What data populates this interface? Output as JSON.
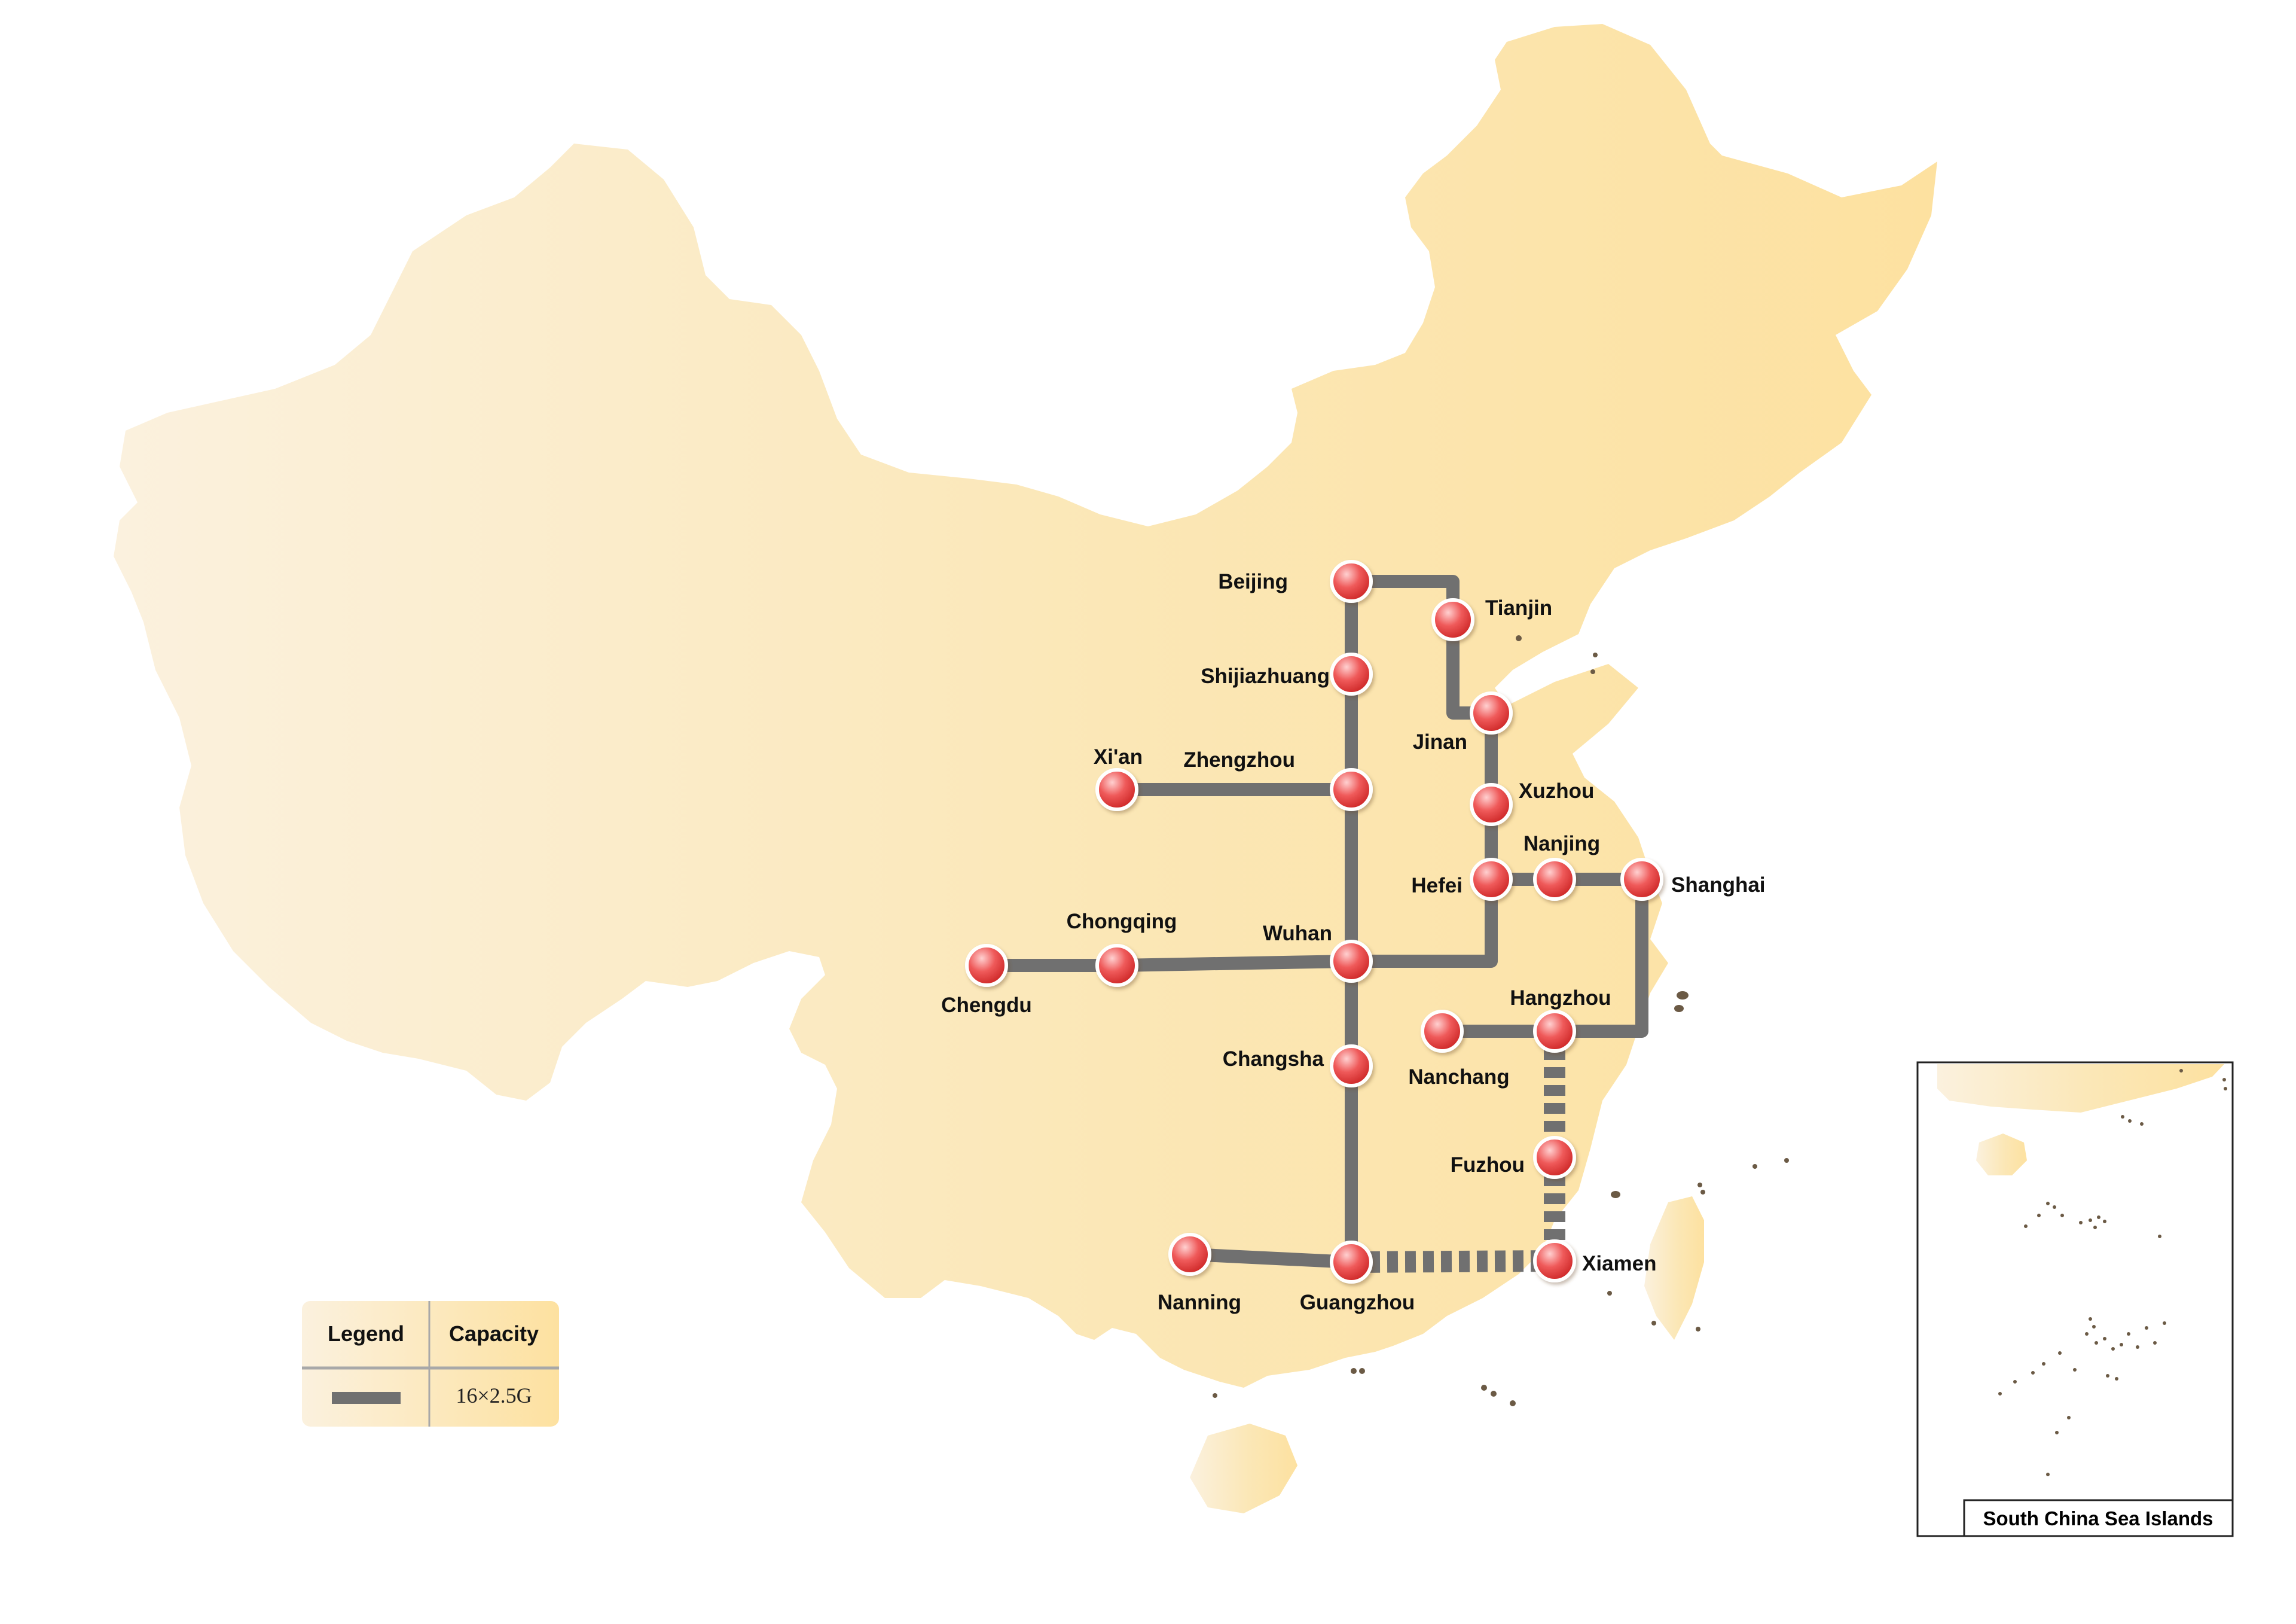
{
  "colors": {
    "land_light": "#fbf1de",
    "land_mid": "#fbe7b6",
    "land_dark": "#fde1a0",
    "link": "#707070",
    "node_fill": "#e23535",
    "node_highlight": "#ffb3b3",
    "node_stroke": "#ffffff",
    "island": "#6b5a45"
  },
  "cities": [
    {
      "id": "beijing",
      "name": "Beijing"
    },
    {
      "id": "tianjin",
      "name": "Tianjin"
    },
    {
      "id": "shijiazhuang",
      "name": "Shijiazhuang"
    },
    {
      "id": "jinan",
      "name": "Jinan"
    },
    {
      "id": "xian",
      "name": "Xi'an"
    },
    {
      "id": "zhengzhou",
      "name": "Zhengzhou"
    },
    {
      "id": "xuzhou",
      "name": "Xuzhou"
    },
    {
      "id": "nanjing",
      "name": "Nanjing"
    },
    {
      "id": "hefei",
      "name": "Hefei"
    },
    {
      "id": "shanghai",
      "name": "Shanghai"
    },
    {
      "id": "chongqing",
      "name": "Chongqing"
    },
    {
      "id": "wuhan",
      "name": "Wuhan"
    },
    {
      "id": "chengdu",
      "name": "Chengdu"
    },
    {
      "id": "hangzhou",
      "name": "Hangzhou"
    },
    {
      "id": "nanchang",
      "name": "Nanchang"
    },
    {
      "id": "changsha",
      "name": "Changsha"
    },
    {
      "id": "fuzhou",
      "name": "Fuzhou"
    },
    {
      "id": "nanning",
      "name": "Nanning"
    },
    {
      "id": "guangzhou",
      "name": "Guangzhou"
    },
    {
      "id": "xiamen",
      "name": "Xiamen"
    }
  ],
  "links": [
    {
      "from": "beijing",
      "to": "tianjin",
      "style": "solid"
    },
    {
      "from": "tianjin",
      "to": "jinan",
      "style": "solid"
    },
    {
      "from": "beijing",
      "to": "shijiazhuang",
      "style": "solid"
    },
    {
      "from": "shijiazhuang",
      "to": "zhengzhou",
      "style": "solid"
    },
    {
      "from": "xian",
      "to": "zhengzhou",
      "style": "solid"
    },
    {
      "from": "zhengzhou",
      "to": "wuhan",
      "style": "solid"
    },
    {
      "from": "jinan",
      "to": "xuzhou",
      "style": "solid"
    },
    {
      "from": "xuzhou",
      "to": "hefei",
      "style": "solid"
    },
    {
      "from": "hefei",
      "to": "nanjing",
      "style": "solid"
    },
    {
      "from": "nanjing",
      "to": "shanghai",
      "style": "solid"
    },
    {
      "from": "hefei",
      "to": "wuhan",
      "style": "solid"
    },
    {
      "from": "chengdu",
      "to": "chongqing",
      "style": "solid"
    },
    {
      "from": "chongqing",
      "to": "wuhan",
      "style": "solid"
    },
    {
      "from": "wuhan",
      "to": "changsha",
      "style": "solid"
    },
    {
      "from": "changsha",
      "to": "guangzhou",
      "style": "solid"
    },
    {
      "from": "nanning",
      "to": "guangzhou",
      "style": "solid"
    },
    {
      "from": "shanghai",
      "to": "hangzhou",
      "style": "solid"
    },
    {
      "from": "nanchang",
      "to": "hangzhou",
      "style": "solid"
    },
    {
      "from": "hangzhou",
      "to": "fuzhou",
      "style": "dashed"
    },
    {
      "from": "fuzhou",
      "to": "xiamen",
      "style": "dashed"
    },
    {
      "from": "guangzhou",
      "to": "xiamen",
      "style": "dashed"
    }
  ],
  "legend": {
    "header_legend": "Legend",
    "header_capacity": "Capacity",
    "capacity_value": "16×2.5G",
    "line_style": "solid-gray-bar"
  },
  "inset": {
    "title": "South China Sea Islands"
  }
}
